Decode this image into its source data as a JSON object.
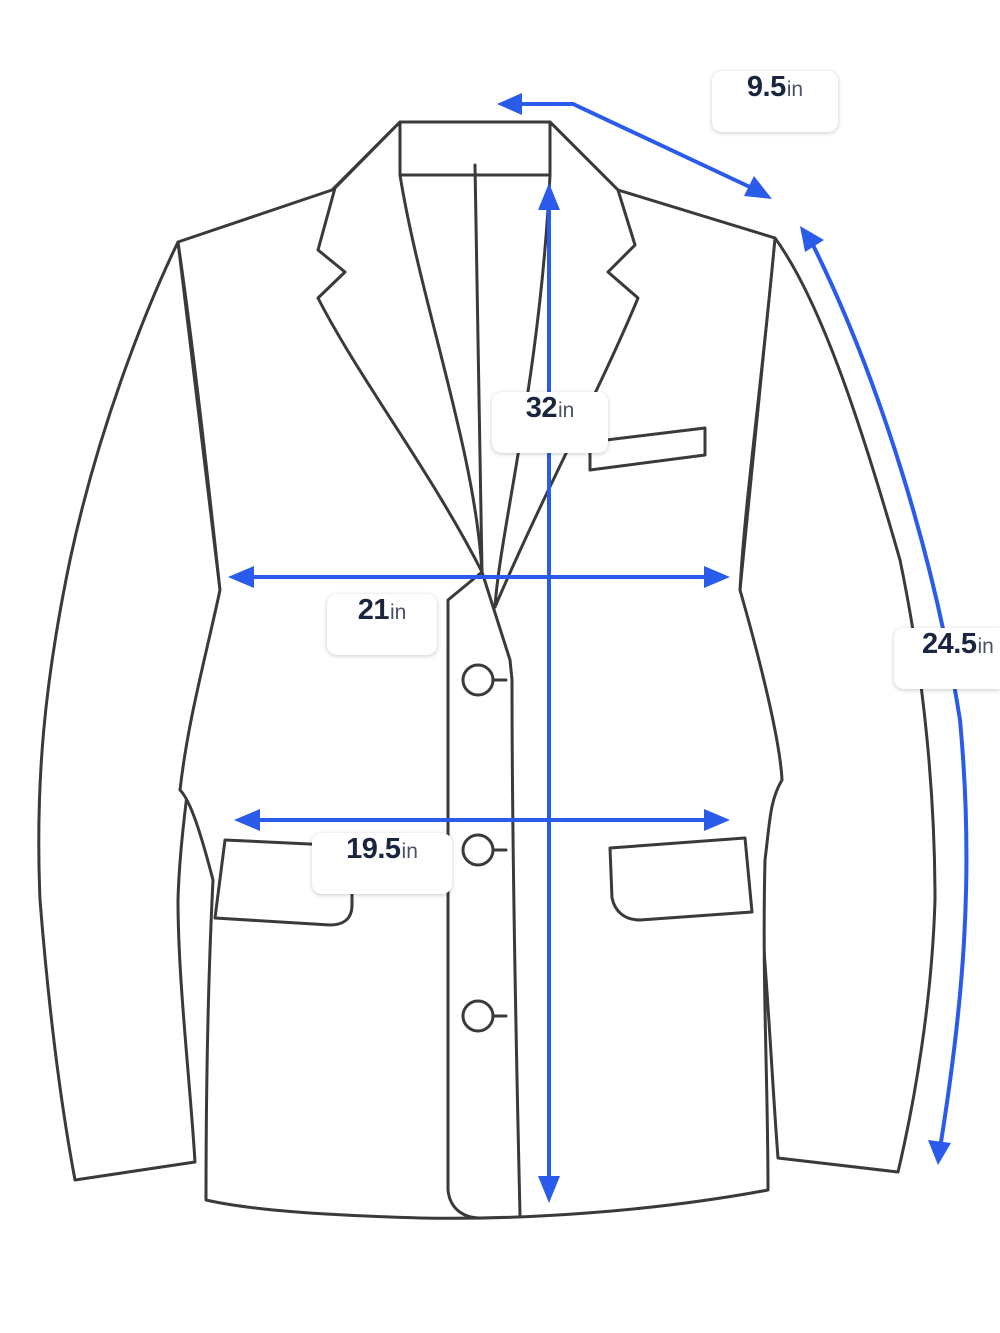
{
  "colors": {
    "dimension_line": "#2a5bea",
    "garment_outline": "#3a3a3a",
    "badge_text": "#1a2540",
    "background": "#ffffff"
  },
  "measurements": [
    {
      "id": "shoulder",
      "value": "9.5",
      "unit": "in"
    },
    {
      "id": "length",
      "value": "32",
      "unit": "in"
    },
    {
      "id": "chest",
      "value": "21",
      "unit": "in"
    },
    {
      "id": "sleeve",
      "value": "24.5",
      "unit": "in"
    },
    {
      "id": "waist",
      "value": "19.5",
      "unit": "in"
    }
  ]
}
